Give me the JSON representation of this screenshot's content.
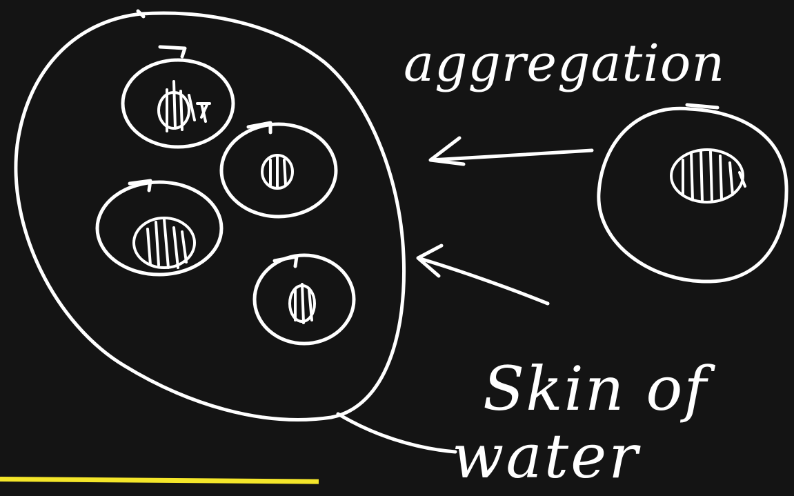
{
  "labels": {
    "aggregation": "aggregation",
    "skin_of": "Skin of",
    "water": "water"
  },
  "colors": {
    "background": "#141414",
    "ink": "#ffffff",
    "highlight": "#f4e62a"
  }
}
